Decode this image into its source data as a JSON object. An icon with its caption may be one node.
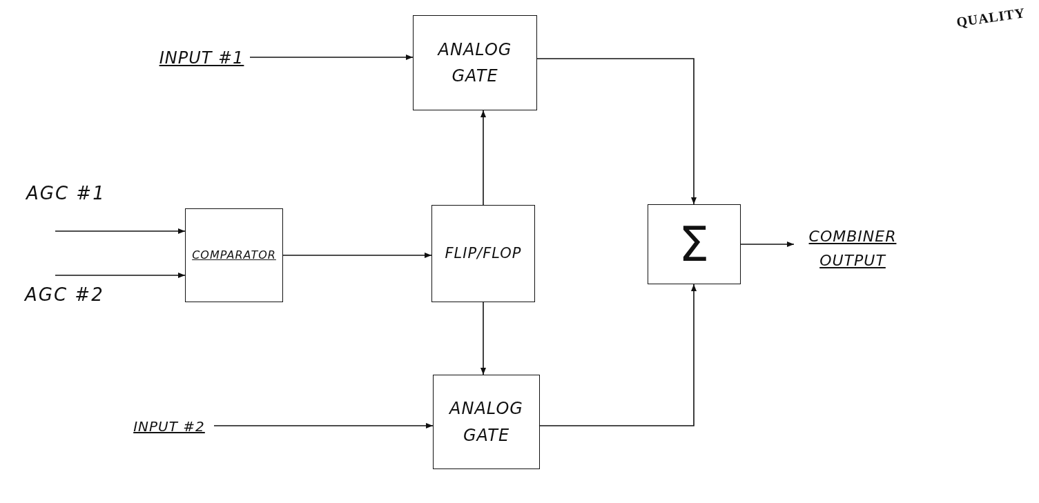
{
  "diagram": {
    "nodes": [
      {
        "text": [
          "INPUT #1"
        ]
      },
      {
        "text": [
          "ANALOG GATE"
        ]
      },
      {
        "text": [
          "COMPARATOR"
        ]
      },
      {
        "text": [
          "FLIP/FLOP"
        ]
      },
      {
        "text": [
          "Σ"
        ]
      },
      {
        "text": [
          "COMBINER OUTPUT"
        ]
      },
      {
        "text": [
          "INPUT #2"
        ]
      },
      {
        "text": [
          "ANALOG GATE"
        ]
      }
    ],
    "edges": [
      {
        "from": 0,
        "to": 1,
        "arrow": "to"
      },
      {
        "from": null,
        "to": 2,
        "arrow": "to"
      },
      {
        "from": null,
        "to": 2,
        "arrow": "to"
      },
      {
        "from": 2,
        "to": 3,
        "arrow": "to"
      },
      {
        "from": 3,
        "to": 1,
        "arrow": "to"
      },
      {
        "from": 3,
        "to": 7,
        "arrow": "to"
      },
      {
        "from": 1,
        "to": 4,
        "arrow": "to"
      },
      {
        "from": 7,
        "to": 4,
        "arrow": "to"
      },
      {
        "from": 4,
        "to": 5,
        "arrow": "to"
      },
      {
        "from": 6,
        "to": 7,
        "arrow": "to"
      }
    ],
    "labels": [
      "AGC #1",
      "AGC #2",
      "QUALITY"
    ]
  }
}
